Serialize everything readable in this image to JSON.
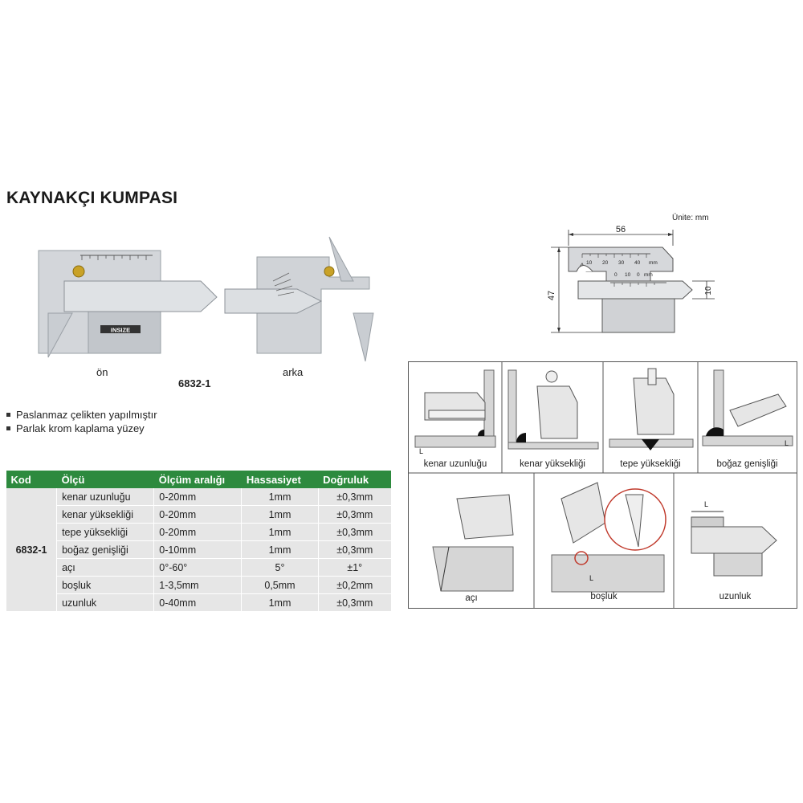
{
  "title": "KAYNAKÇI KUMPASI",
  "unit_note": "Ünite: mm",
  "photos": {
    "front_label": "ön",
    "back_label": "arka",
    "model": "6832-1",
    "brand": "INSIZE"
  },
  "features": [
    "Paslanmaz çelikten yapılmıştır",
    "Parlak krom kaplama yüzey"
  ],
  "table": {
    "headers": [
      "Kod",
      "Ölçü",
      "Ölçüm aralığı",
      "Hassasiyet",
      "Doğruluk"
    ],
    "code": "6832-1",
    "rows": [
      [
        "kenar uzunluğu",
        "0-20mm",
        "1mm",
        "±0,3mm"
      ],
      [
        "kenar yüksekliği",
        "0-20mm",
        "1mm",
        "±0,3mm"
      ],
      [
        "tepe yüksekliği",
        "0-20mm",
        "1mm",
        "±0,3mm"
      ],
      [
        "boğaz genişliği",
        "0-10mm",
        "1mm",
        "±0,3mm"
      ],
      [
        "açı",
        "0°-60°",
        "5°",
        "±1°"
      ],
      [
        "boşluk",
        "1-3,5mm",
        "0,5mm",
        "±0,2mm"
      ],
      [
        "uzunluk",
        "0-40mm",
        "1mm",
        "±0,3mm"
      ]
    ]
  },
  "drawing": {
    "width": "56",
    "height": "47",
    "thickness": "10",
    "scale_top": [
      "10",
      "20",
      "30",
      "40",
      "mm"
    ],
    "scale_bottom": [
      "0",
      "10",
      "0",
      "mm"
    ]
  },
  "usage": {
    "labels": [
      "kenar uzunluğu",
      "kenar yüksekliği",
      "tepe yüksekliği",
      "boğaz genişliği",
      "açı",
      "boşluk",
      "uzunluk"
    ],
    "marker_L": "L"
  }
}
